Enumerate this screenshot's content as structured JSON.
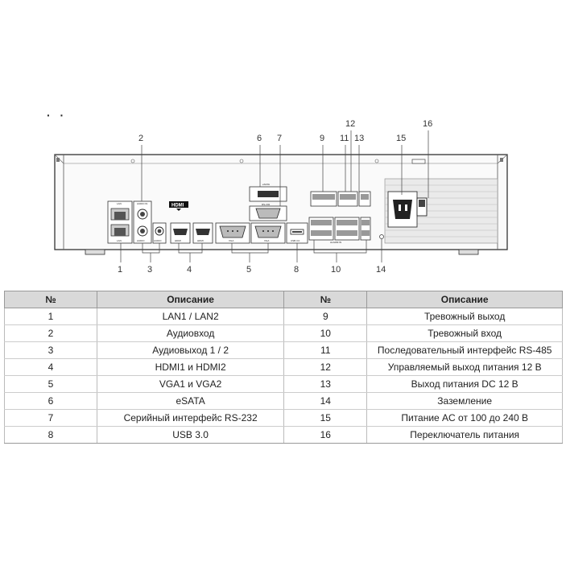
{
  "page": {
    "marks": "· ·"
  },
  "diagram": {
    "callouts": [
      "1",
      "2",
      "3",
      "4",
      "5",
      "6",
      "7",
      "8",
      "9",
      "10",
      "11",
      "12",
      "13",
      "14",
      "15",
      "16"
    ],
    "port_labels": {
      "lan_top": "LAN",
      "lan_bottom": "LAN",
      "audio_in": "AUDIO IN",
      "audio_out": "AUDIO",
      "audio_out2": "AUDIO",
      "hdmi_logo": "HDMI",
      "hdmi1": "HDMI",
      "hdmi2": "HDMI",
      "vga": "VGA",
      "vga2": "VGA",
      "esata": "eSATA",
      "rs232": "RS-232",
      "usb": "USB 3.0",
      "alarm_in": "ALARM IN"
    }
  },
  "table": {
    "headers": [
      "№",
      "Описание",
      "№",
      "Описание"
    ],
    "rows": [
      [
        "1",
        "LAN1 / LAN2",
        "9",
        "Тревожный выход"
      ],
      [
        "2",
        "Аудиовход",
        "10",
        "Тревожный вход"
      ],
      [
        "3",
        "Аудиовыход 1 / 2",
        "11",
        "Последовательный интерфейс RS-485"
      ],
      [
        "4",
        "HDMI1 и HDMI2",
        "12",
        "Управляемый выход питания 12 В"
      ],
      [
        "5",
        "VGA1 и VGA2",
        "13",
        "Выход питания DC 12 В"
      ],
      [
        "6",
        "eSATA",
        "14",
        "Заземление"
      ],
      [
        "7",
        "Серийный интерфейс RS-232",
        "15",
        "Питание AC от 100 до 240 В"
      ],
      [
        "8",
        "USB 3.0",
        "16",
        "Переключатель питания"
      ]
    ]
  }
}
